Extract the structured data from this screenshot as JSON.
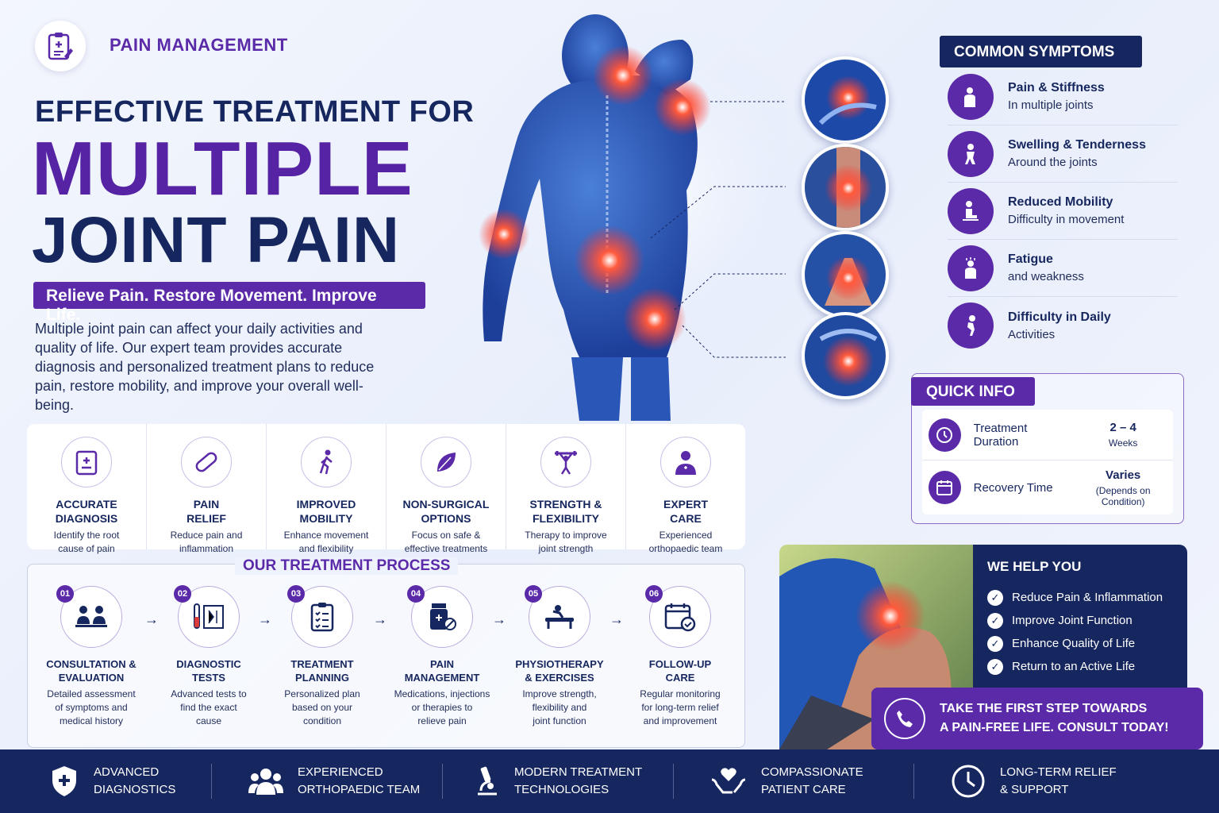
{
  "header": {
    "kicker": "PAIN MANAGEMENT",
    "line1": "EFFECTIVE TREATMENT FOR",
    "line2": "MULTIPLE",
    "line3": "JOINT PAIN",
    "tagline": "Relieve Pain. Restore Movement. Improve Life.",
    "intro": "Multiple joint pain can affect your daily activities and quality of life. Our expert team provides accurate diagnosis and personalized treatment plans to reduce pain, restore mobility, and improve your overall well-being."
  },
  "symptoms": {
    "heading": "COMMON SYMPTOMS",
    "items": [
      {
        "title": "Pain & Stiffness",
        "sub": "In multiple joints"
      },
      {
        "title": "Swelling & Tenderness",
        "sub": "Around the joints"
      },
      {
        "title": "Reduced Mobility",
        "sub": "Difficulty in movement"
      },
      {
        "title": "Fatigue",
        "sub": "and weakness"
      },
      {
        "title": "Difficulty in Daily",
        "sub": "Activities"
      }
    ]
  },
  "quick_info": {
    "heading": "QUICK INFO",
    "rows": [
      {
        "label": "Treatment Duration",
        "value": "2 – 4",
        "sub": "Weeks"
      },
      {
        "label": "Recovery Time",
        "value": "Varies",
        "sub": "(Depends on Condition)"
      }
    ]
  },
  "features": [
    {
      "title1": "ACCURATE",
      "title2": "DIAGNOSIS",
      "sub1": "Identify the root",
      "sub2": "cause of pain"
    },
    {
      "title1": "PAIN",
      "title2": "RELIEF",
      "sub1": "Reduce pain and",
      "sub2": "inflammation"
    },
    {
      "title1": "IMPROVED",
      "title2": "MOBILITY",
      "sub1": "Enhance movement",
      "sub2": "and flexibility"
    },
    {
      "title1": "NON-SURGICAL",
      "title2": "OPTIONS",
      "sub1": "Focus on safe &",
      "sub2": "effective treatments"
    },
    {
      "title1": "STRENGTH &",
      "title2": "FLEXIBILITY",
      "sub1": "Therapy to improve",
      "sub2": "joint strength"
    },
    {
      "title1": "EXPERT",
      "title2": "CARE",
      "sub1": "Experienced",
      "sub2": "orthopaedic team"
    }
  ],
  "process": {
    "heading": "OUR TREATMENT PROCESS",
    "steps": [
      {
        "num": "01",
        "title1": "CONSULTATION &",
        "title2": "EVALUATION",
        "sub1": "Detailed assessment",
        "sub2": "of symptoms and",
        "sub3": "medical history"
      },
      {
        "num": "02",
        "title1": "DIAGNOSTIC",
        "title2": "TESTS",
        "sub1": "Advanced tests to",
        "sub2": "find the exact",
        "sub3": "cause"
      },
      {
        "num": "03",
        "title1": "TREATMENT",
        "title2": "PLANNING",
        "sub1": "Personalized plan",
        "sub2": "based on your",
        "sub3": "condition"
      },
      {
        "num": "04",
        "title1": "PAIN",
        "title2": "MANAGEMENT",
        "sub1": "Medications, injections",
        "sub2": "or therapies to",
        "sub3": "relieve pain"
      },
      {
        "num": "05",
        "title1": "PHYSIOTHERAPY",
        "title2": "& EXERCISES",
        "sub1": "Improve strength,",
        "sub2": "flexibility and",
        "sub3": "joint function"
      },
      {
        "num": "06",
        "title1": "FOLLOW-UP",
        "title2": "CARE",
        "sub1": "Regular monitoring",
        "sub2": "for long-term relief",
        "sub3": "and improvement"
      }
    ]
  },
  "help": {
    "heading": "WE HELP YOU",
    "items": [
      "Reduce Pain & Inflammation",
      "Improve Joint Function",
      "Enhance Quality of Life",
      "Return to an Active Life"
    ]
  },
  "cta": {
    "line1": "TAKE THE FIRST STEP TOWARDS",
    "line2": "A PAIN-FREE LIFE. CONSULT TODAY!"
  },
  "footer": [
    {
      "l1": "ADVANCED",
      "l2": "DIAGNOSTICS"
    },
    {
      "l1": "EXPERIENCED",
      "l2": "ORTHOPAEDIC TEAM"
    },
    {
      "l1": "MODERN TREATMENT",
      "l2": "TECHNOLOGIES"
    },
    {
      "l1": "COMPASSIONATE",
      "l2": "PATIENT CARE"
    },
    {
      "l1": "LONG-TERM RELIEF",
      "l2": "& SUPPORT"
    }
  ],
  "colors": {
    "primary_purple": "#5b2aa8",
    "navy": "#16265e",
    "pain_red": "#ff3b2f"
  }
}
